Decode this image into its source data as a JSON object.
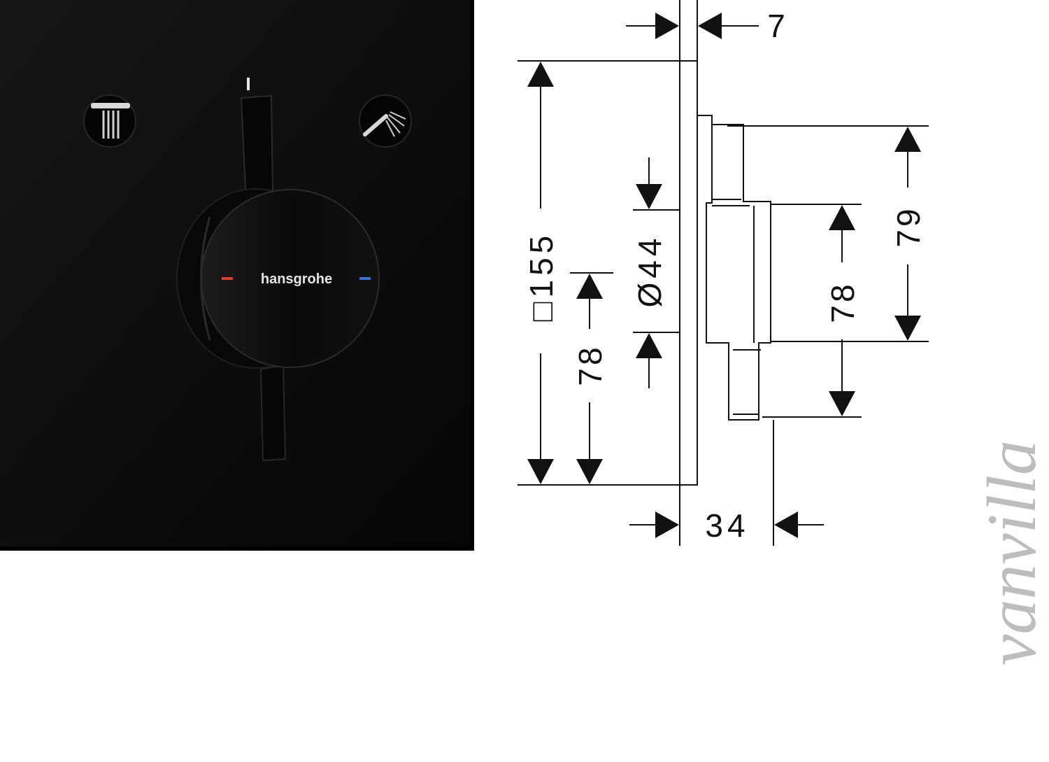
{
  "product": {
    "brand_label": "hansgrohe",
    "left_symbol": "tub-spout-icon",
    "right_symbol": "hand-shower-icon",
    "colors": {
      "plate": "#0c0c0c",
      "hot_mark": "#e23a2f",
      "cold_mark": "#3a6fd8"
    }
  },
  "dimensions": {
    "top_thickness": "7",
    "plate_square": "□155",
    "left_offset": "78",
    "diameter": "Ø44",
    "right_offset": "78",
    "body_height": "79",
    "depth": "34"
  },
  "watermark": {
    "text": "vanvilla"
  }
}
